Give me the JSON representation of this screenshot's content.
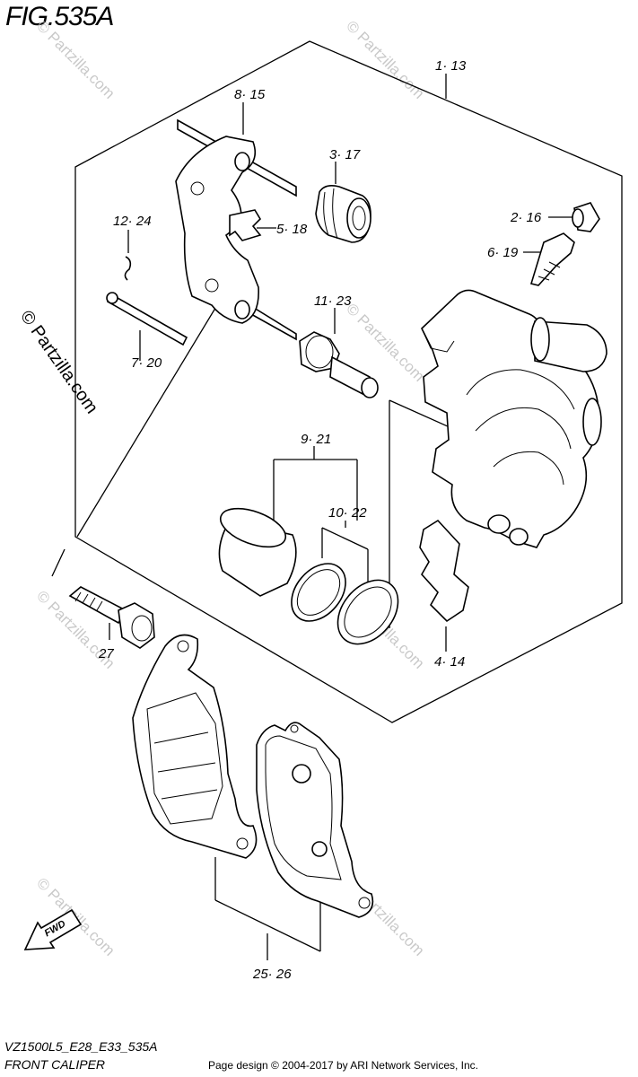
{
  "figure": {
    "title": "FIG.535A",
    "model_code": "VZ1500L5_E28_E33_535A",
    "section_name": "FRONT CALIPER",
    "credit": "Page design © 2004-2017 by ARI Network Services, Inc.",
    "fwd_label": "FWD"
  },
  "watermark": {
    "text": "© Partzilla.com"
  },
  "callouts": [
    {
      "id": "1-13",
      "text": "1· 13"
    },
    {
      "id": "8-15",
      "text": "8· 15"
    },
    {
      "id": "3-17",
      "text": "3· 17"
    },
    {
      "id": "5-18",
      "text": "5· 18"
    },
    {
      "id": "12-24",
      "text": "12· 24"
    },
    {
      "id": "2-16",
      "text": "2· 16"
    },
    {
      "id": "6-19",
      "text": "6· 19"
    },
    {
      "id": "11-23",
      "text": "11· 23"
    },
    {
      "id": "7-20",
      "text": "7· 20"
    },
    {
      "id": "9-21",
      "text": "9· 21"
    },
    {
      "id": "10-22",
      "text": "10· 22"
    },
    {
      "id": "4-14",
      "text": "4· 14"
    },
    {
      "id": "27",
      "text": "27"
    },
    {
      "id": "25-26",
      "text": "25· 26"
    }
  ]
}
